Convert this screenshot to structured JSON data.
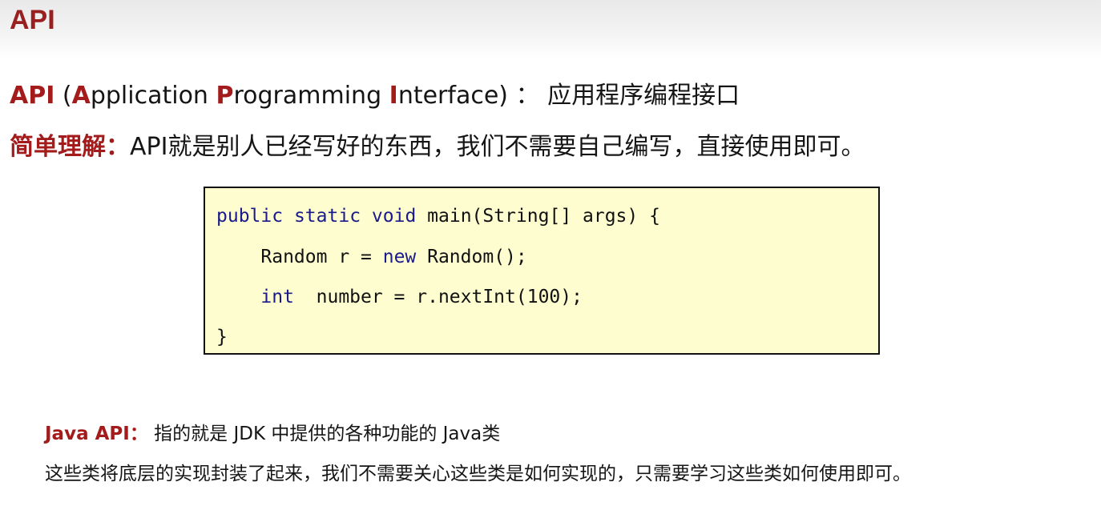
{
  "slide": {
    "title": "API"
  },
  "definition": {
    "api": "API",
    "open_paren": " (",
    "a_initial": "A",
    "a_rest": "pplication ",
    "p_initial": "P",
    "p_rest": "rogramming ",
    "i_initial": "I",
    "i_rest": "nterface) ：  应用程序编程接口"
  },
  "simple": {
    "label": "简单理解：",
    "text": "API就是别人已经写好的东西，我们不需要自己编写，直接使用即可。"
  },
  "code": {
    "line1": {
      "kw1": "public",
      "kw2": "static",
      "kw3": "void",
      "rest": "main(String[] args) {"
    },
    "line2": {
      "indent": "    ",
      "pre": "Random r = ",
      "kw": "new",
      "post": " Random();"
    },
    "line3": {
      "indent": "    ",
      "kw": "int",
      "post": "  number = r.nextInt(100);"
    },
    "line4": "}"
  },
  "java_api": {
    "label": "Java API：",
    "text": " 指的就是 JDK 中提供的各种功能的 Java类",
    "desc": "这些类将底层的实现封装了起来，我们不需要关心这些类是如何实现的，只需要学习这些类如何使用即可。"
  },
  "colors": {
    "accent_red": "#a41b1b",
    "title_red": "#9a1f1f",
    "code_bg": "#fdfdd0",
    "keyword": "#1a1a8c"
  }
}
